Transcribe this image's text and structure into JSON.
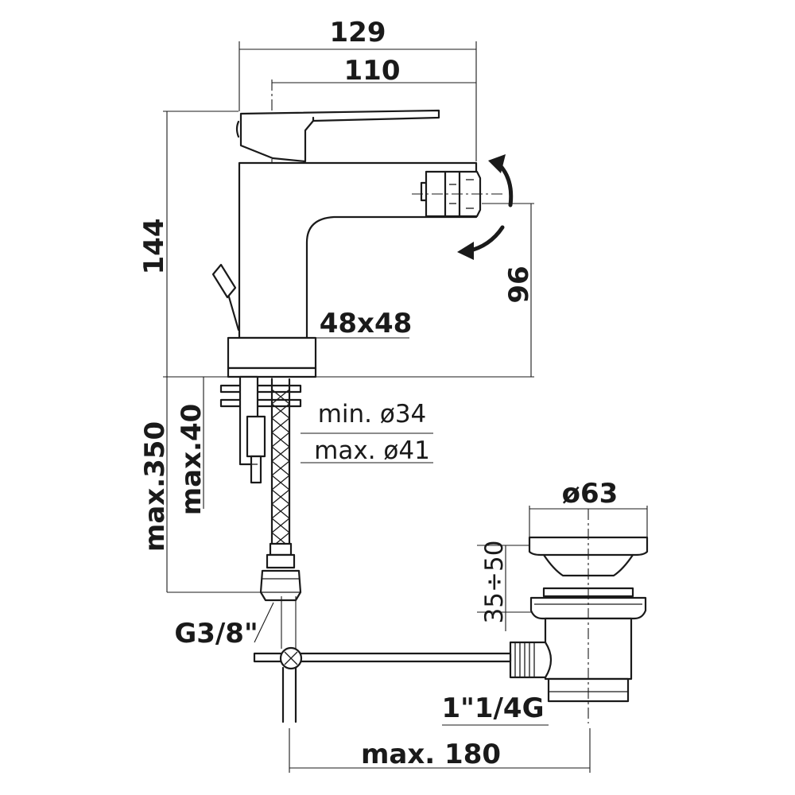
{
  "dimensions": {
    "overall_width": "129",
    "spout_reach": "110",
    "overall_height": "144",
    "nozzle_height": "96",
    "body_section": "48x48",
    "hole_min": "min. ø34",
    "hole_max": "max. ø41",
    "deck_thickness": "max.40",
    "hose_length": "max.350",
    "hose_thread": "G3/8\"",
    "waste_cap": "ø63",
    "waste_height": "35÷50",
    "waste_thread": "1\"1/4G",
    "rod_length": "max. 180"
  },
  "colors": {
    "line": "#1a1a1a",
    "background": "#ffffff"
  }
}
